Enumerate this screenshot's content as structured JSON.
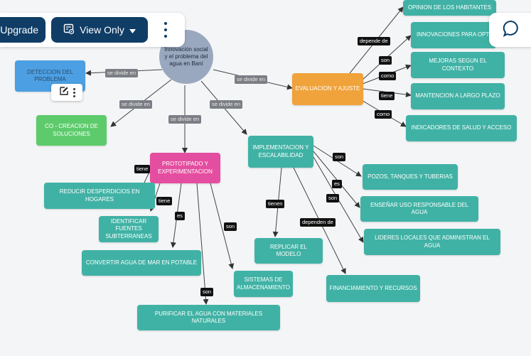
{
  "toolbar": {
    "upgrade_label": "Upgrade",
    "view_only_label": "View Only",
    "icons": [
      "view-only-icon",
      "caret-down-icon",
      "more-vertical-icon"
    ]
  },
  "chat": {
    "icon": "chat-bubble-icon"
  },
  "center": {
    "text": "Innovación social y el problema del agua en Baní"
  },
  "nodes": {
    "opinion": "OPINION DE LOS HABITANTES",
    "innovaciones": "INNOVACIONES PARA OPTI",
    "mejoras": "MEJORAS SEGUN EL CONTEXTO",
    "mantencion": "MANTENCION A LARGO PLAZO",
    "indicadores": "INDICADORES DE SALUD Y ACCESO",
    "deteccion": "DETECCION DEL PROBLEMA",
    "cocreacion": "CO - CREACION DE SOLUCIONES",
    "evaluacion": "EVALUACION Y AJUSTE",
    "implementacion": "IMPLEMENTACION Y ESCALABILIDAD",
    "prototipado": "PROTOTIPADO Y EXPERIMENTACION",
    "reducir": "REDUCIR DESPERDICIOS EN HOGARES",
    "fuentes": "IDENTIFICAR FUENTES SUBTERRANEAS",
    "convertir": "CONVERTIR AGUA DE MAR EN POTABLE",
    "purificar": "PURIFICAR EL AGUA CON MATERIALES NATURALES",
    "sistemas": "SISTEMAS DE ALMACENAMIENTO",
    "replicar": "REPLICAR EL MODELO",
    "financiamiento": "FINANCIAMIENTO Y RECURSOS",
    "pozos": "POZOS, TANQUES Y TUBERIAS",
    "ensenar": "ENSEÑAR USO RESPONSABLE DEL AGUA",
    "lideres": "LIDERES LOCALES QUE ADMINISTRAN EL AGUA"
  },
  "links": {
    "se_divide_en": "se divide en",
    "depende_de": "depende de",
    "son": "son",
    "como": "como",
    "tiene": "tiene",
    "tienen": "tienen",
    "es": "es",
    "dependen_de": "dependen de"
  },
  "edit_tools": {
    "icons": [
      "edit-icon",
      "more-vertical-icon"
    ]
  }
}
